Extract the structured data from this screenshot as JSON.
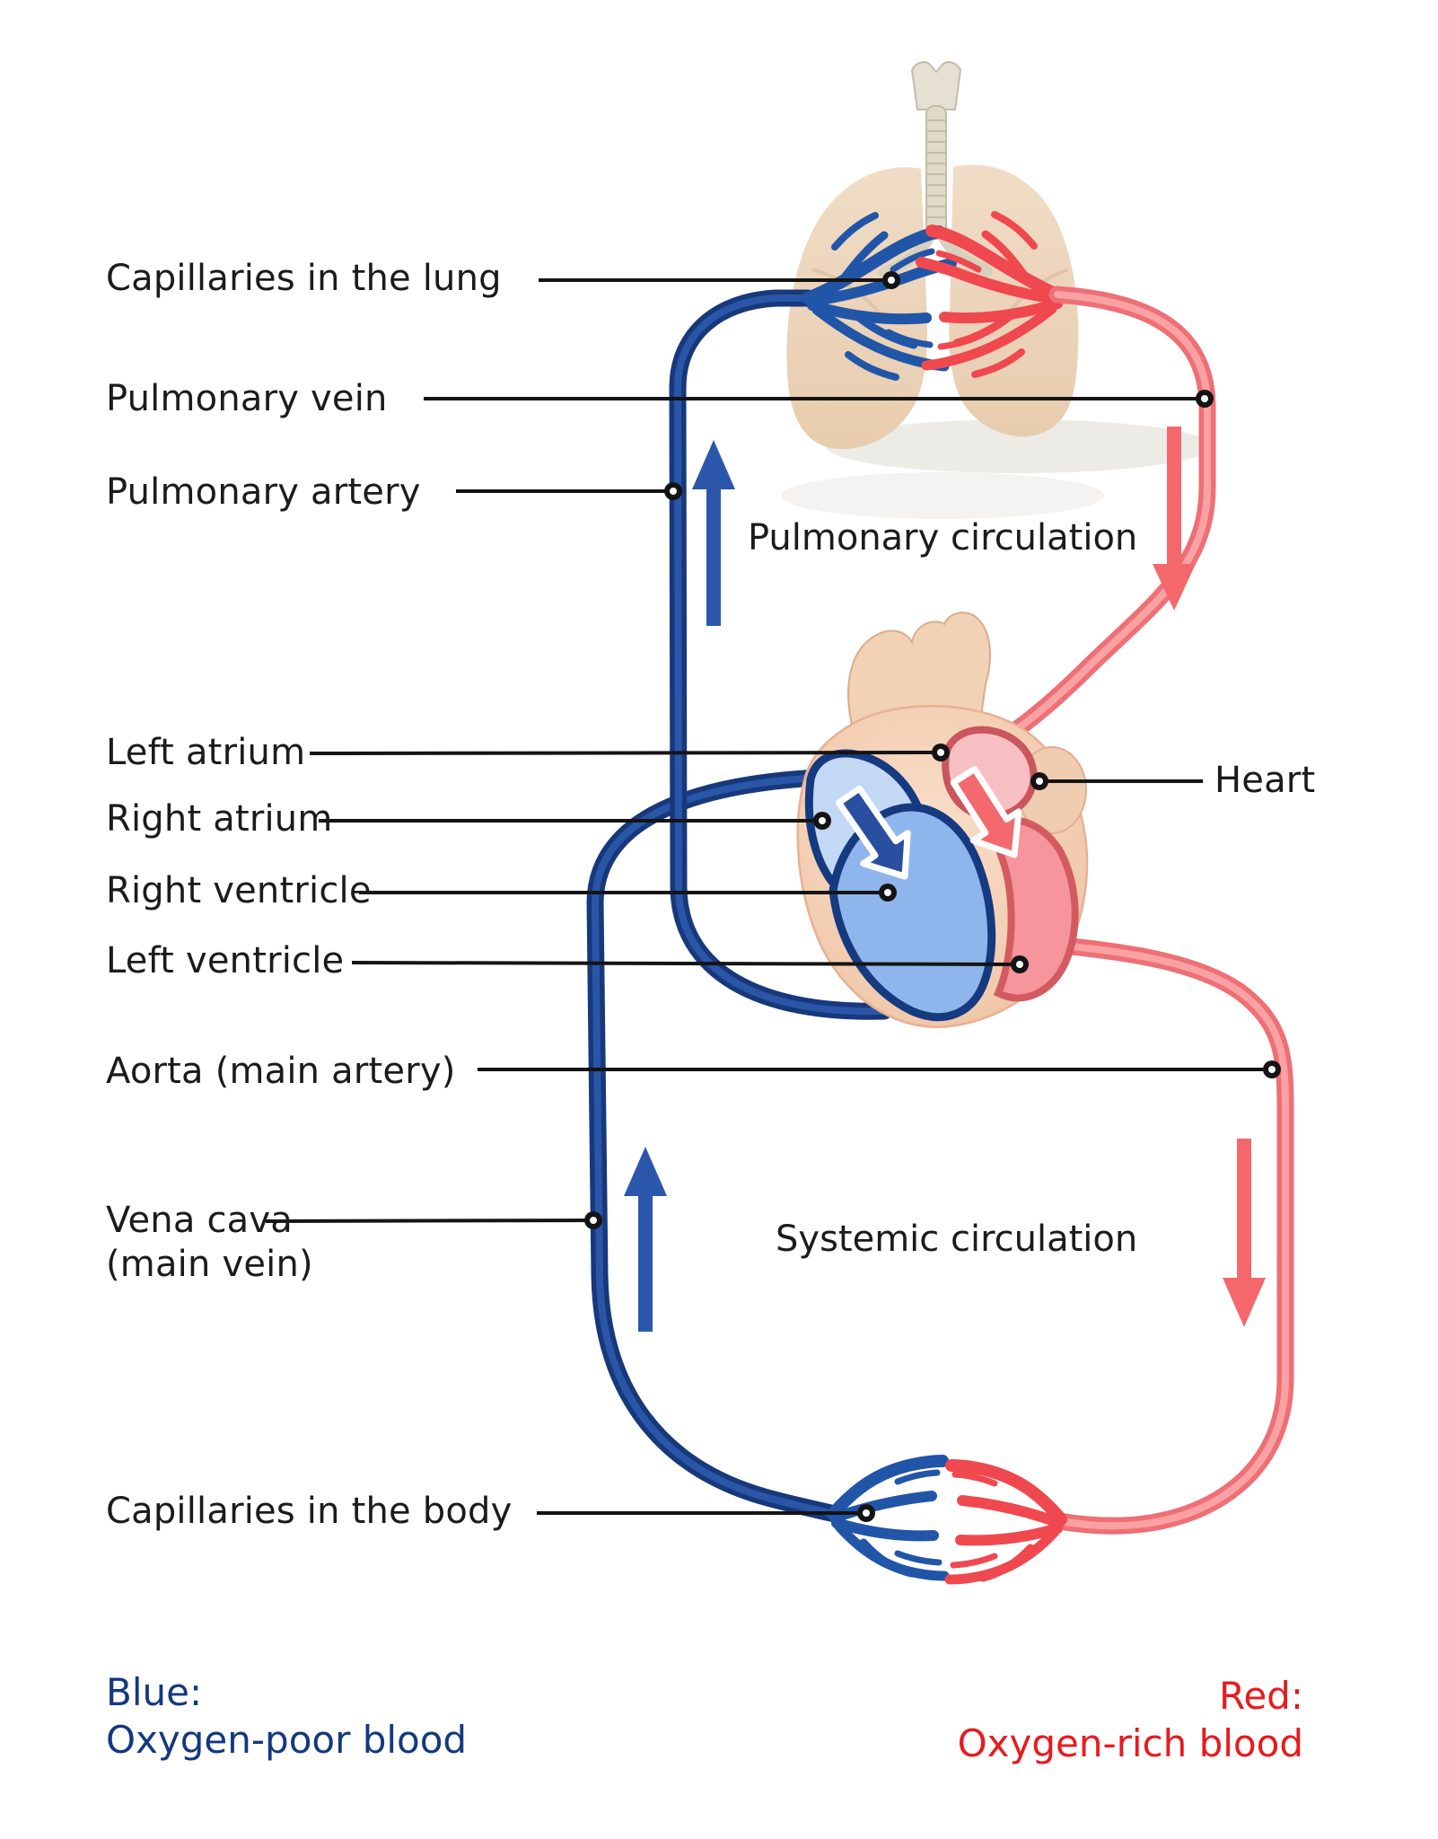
{
  "labels": {
    "capillaries_lung": "Capillaries in the lung",
    "pulmonary_vein": "Pulmonary vein",
    "pulmonary_artery": "Pulmonary artery",
    "left_atrium": "Left atrium",
    "right_atrium": "Right atrium",
    "right_ventricle": "Right ventricle",
    "left_ventricle": "Left ventricle",
    "aorta": "Aorta (main artery)",
    "vena_cava_line1": "Vena cava",
    "vena_cava_line2": "(main vein)",
    "capillaries_body": "Capillaries in the body",
    "heart": "Heart"
  },
  "zones": {
    "pulmonary_circulation": "Pulmonary circulation",
    "systemic_circulation": "Systemic circulation"
  },
  "legend": {
    "blue_title": "Blue:",
    "blue_desc": "Oxygen-poor blood",
    "red_title": "Red:",
    "red_desc": "Oxygen-rich blood"
  },
  "colors": {
    "oxygen_poor_tube": "#17387b",
    "oxygen_poor_highlight": "#2e5cb0",
    "oxygen_rich_tube": "#ee6f75",
    "oxygen_rich_highlight": "#f9a6a8",
    "capillary_blue": "#2155a8",
    "capillary_red": "#f0484f",
    "flow_arrow_blue": "#2b57ab",
    "flow_arrow_red": "#f4686c",
    "heart_arrow_blue": "#2a4fa0",
    "heart_arrow_red": "#f4696e",
    "legend_blue": "#14387f",
    "legend_red": "#e81a1d",
    "leader_line": "#141414",
    "label_text": "#1b1b1b",
    "lung_tissue": "#edd5bc",
    "heart_tissue": "#f2cbae"
  }
}
